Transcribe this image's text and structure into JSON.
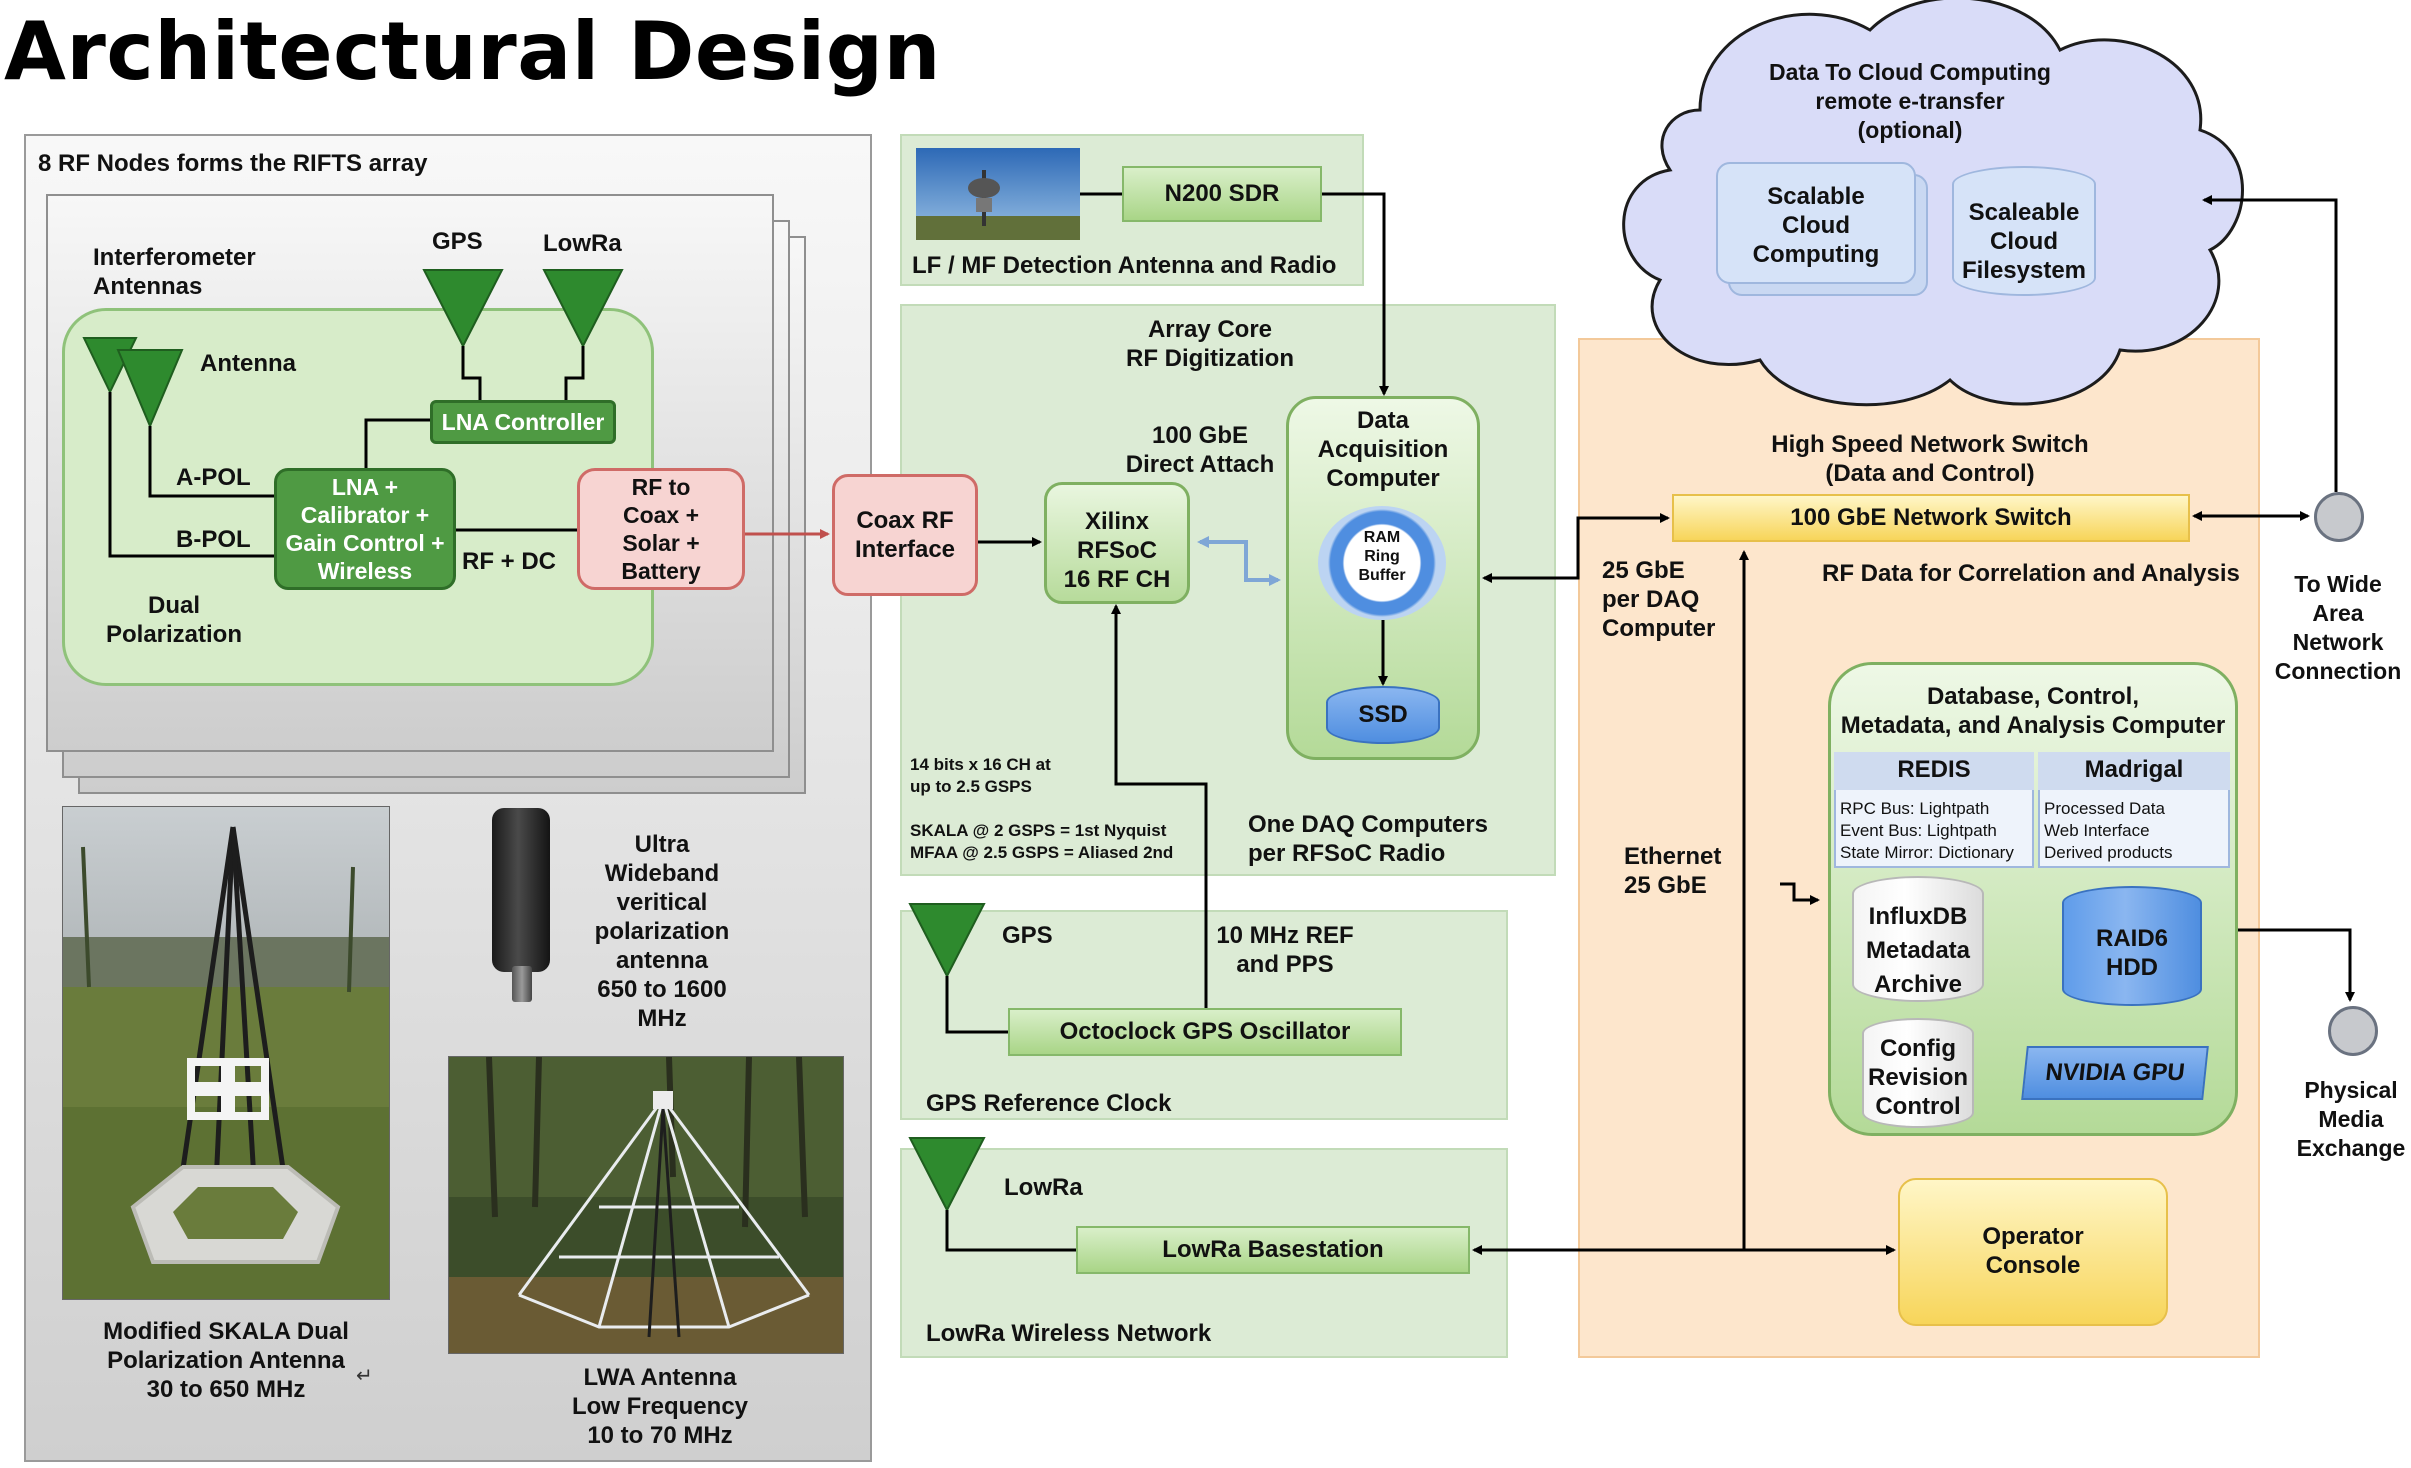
{
  "title": "Architectural Design",
  "rf_nodes": {
    "panel_title": "8 RF Nodes forms the RIFTS array",
    "interferometer_label": "Interferometer\nAntennas",
    "antenna_label": "Antenna",
    "gps_label": "GPS",
    "lowra_label": "LowRa",
    "lna_controller": "LNA Controller",
    "apol": "A-POL",
    "bpol": "B-POL",
    "lna_box": "LNA +\nCalibrator +\nGain Control +\nWireless",
    "rf_dc": "RF + DC",
    "rf_to_coax": "RF to\nCoax +\nSolar +\nBattery",
    "dual_pol": "Dual\nPolarization"
  },
  "antennas": {
    "skala_caption": "Modified SKALA Dual\nPolarization Antenna\n30 to 650 MHz",
    "uwb_caption": "Ultra\nWideband\nveritical\npolarization\nantenna\n650 to 1600\nMHz",
    "lwa_caption": "LWA Antenna\nLow Frequency\n10 to 70 MHz"
  },
  "lf_mf": {
    "sdr": "N200 SDR",
    "label": "LF / MF Detection Antenna and Radio"
  },
  "array_core": {
    "title": "Array Core\nRF Digitization",
    "coax_rf": "Coax RF\nInterface",
    "direct_attach": "100 GbE\nDirect Attach",
    "xilinx": "Xilinx\nRFSoC\n16 RF CH",
    "daq_title": "Data\nAcquisition\nComputer",
    "ram": "RAM\nRing\nBuffer",
    "ssd": "SSD",
    "bits_note": "14 bits x 16 CH at\nup to 2.5 GSPS",
    "skala_note": "SKALA @ 2 GSPS = 1st Nyquist\nMFAA @ 2.5 GSPS = Aliased 2nd",
    "one_daq": "One DAQ Computers\nper RFSoC Radio"
  },
  "gps_ref": {
    "gps": "GPS",
    "ref": "10 MHz REF\nand PPS",
    "octoclock": "Octoclock GPS Oscillator",
    "label": "GPS Reference Clock"
  },
  "lowra_net": {
    "lowra": "LowRa",
    "basestation": "LowRa Basestation",
    "label": "LowRa Wireless Network"
  },
  "cloud": {
    "title": "Data To Cloud Computing\nremote e-transfer\n(optional)",
    "compute": "Scalable\nCloud\nComputing",
    "filesystem": "Scaleable\nCloud\nFilesystem"
  },
  "network": {
    "switch_title": "High Speed Network Switch\n(Data and Control)",
    "switch": "100 GbE Network Switch",
    "rf_data": "RF Data for Correlation and Analysis",
    "gbe_per_daq": "25 GbE\nper DAQ\nComputer",
    "ethernet": "Ethernet\n25 GbE",
    "wan": "To Wide\nArea\nNetwork\nConnection",
    "physical": "Physical\nMedia\nExchange"
  },
  "database": {
    "title": "Database, Control,\nMetadata, and Analysis Computer",
    "redis_title": "REDIS",
    "redis_lines": "RPC Bus: Lightpath\nEvent Bus: Lightpath\nState Mirror: Dictionary",
    "madrigal_title": "Madrigal",
    "madrigal_lines": "Processed Data\nWeb Interface\nDerived products",
    "influx": "InfluxDB\nMetadata\nArchive",
    "raid": "RAID6\nHDD",
    "config": "Config\nRevision\nControl",
    "gpu": "NVIDIA GPU"
  },
  "operator": "Operator\nConsole",
  "colors": {
    "green_panel": "#dcebd5",
    "orange_panel": "#fde6cc",
    "dark_green": "#4f9a43",
    "pink": "#f7d4d2",
    "blue": "#4f8ee0",
    "cloud": "#d9dcf8",
    "yellow": "#f7d55a"
  }
}
